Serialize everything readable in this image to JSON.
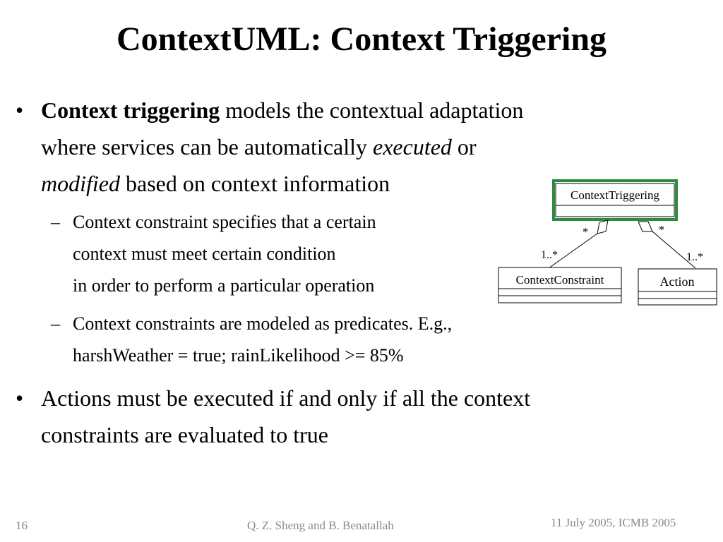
{
  "slide": {
    "title": "ContextUML: Context Triggering",
    "bullet1": {
      "bold": "Context triggering",
      "line1_rest": " models the contextual adaptation",
      "line2_a": "where services can be automatically ",
      "line2_em": "executed",
      "line2_b": " or",
      "line3_em": "modified",
      "line3_rest": " based on context information"
    },
    "sub1": {
      "line1": "Context constraint specifies that a certain",
      "line2": "context must meet certain condition",
      "line3": "in order to perform a particular operation"
    },
    "sub2": {
      "line1": "Context constraints are modeled as predicates. E.g.,",
      "line2": "harshWeather = true; rainLikelihood >= 85%"
    },
    "bullet2": {
      "line1": "Actions must be executed if and only if all the context",
      "line2": "constraints are evaluated to true"
    },
    "bullet_char": "•",
    "dash_char": "–"
  },
  "diagram": {
    "triggering_class": "ContextTriggering",
    "constraint_class": "ContextConstraint",
    "action_class": "Action",
    "left_multiplicity_top": "*",
    "right_multiplicity_top": "*",
    "left_multiplicity_bottom": "1..*",
    "right_multiplicity_bottom": "1..*",
    "highlight_color": "#2e8b3e"
  },
  "footer": {
    "page_number": "16",
    "authors": "Q. Z. Sheng and B. Benatallah",
    "date_venue": "11 July 2005, ICMB 2005"
  }
}
